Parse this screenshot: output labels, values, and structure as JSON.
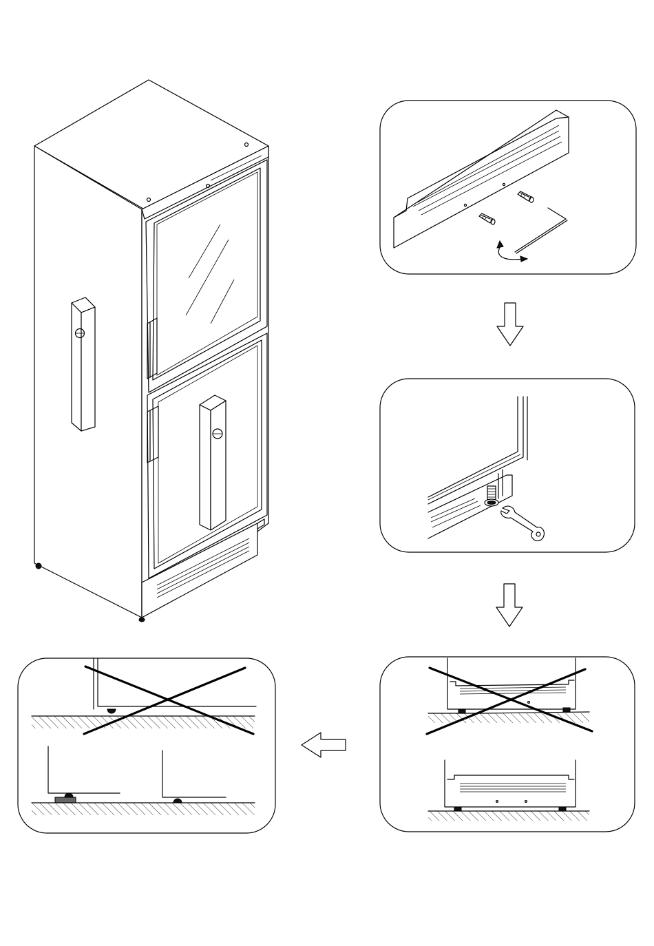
{
  "figure": {
    "illustration": "refrigerator-installation-leveling-steps",
    "panels": [
      "kick-plate-removal",
      "foot-adjustment",
      "level-check",
      "foot-support-check"
    ],
    "arrows": [
      "arrow-down",
      "arrow-down",
      "arrow-left"
    ],
    "colors": {
      "line": "#000000",
      "background": "#ffffff"
    }
  }
}
